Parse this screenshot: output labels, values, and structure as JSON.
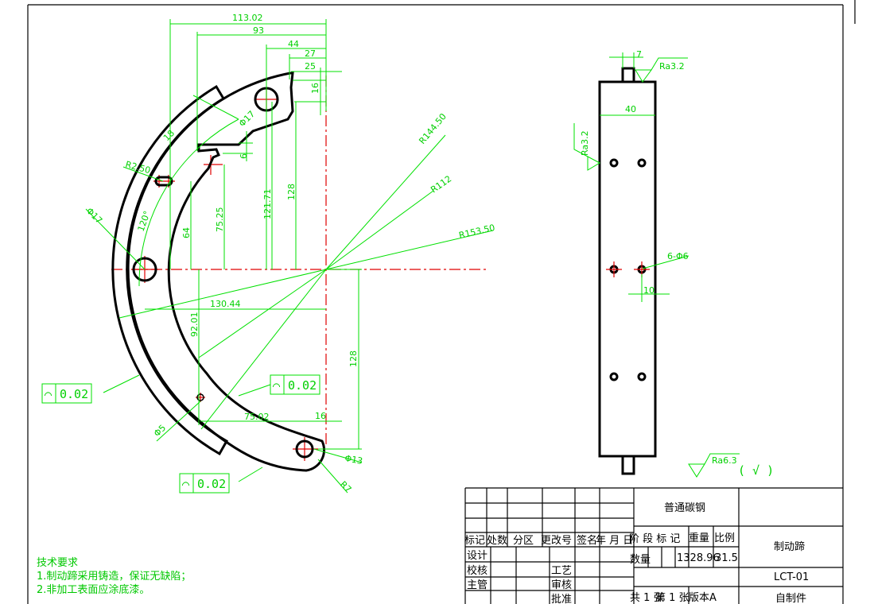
{
  "drawing": {
    "colors": {
      "outline": "#000000",
      "dimension": "#00e000",
      "centerline": "#e00000"
    },
    "dimensions": {
      "d113": "113.02",
      "d93": "93",
      "d44": "44",
      "d27": "27",
      "d25": "25",
      "d16a": "16",
      "phi17a": "Φ17",
      "d6": "6",
      "r250": "R2.50",
      "d18": "18",
      "phi17b": "Φ17",
      "a120": "120°",
      "d64": "64",
      "d7525": "75.25",
      "d12171": "121.71",
      "d128a": "128",
      "r14450": "R144.50",
      "r112": "R112",
      "r15350": "R153.50",
      "d13044": "130.44",
      "d9201": "92.01",
      "d128b": "128",
      "d7502": "75.02",
      "d16b": "16",
      "phi5": "Φ5",
      "phi13": "Φ13",
      "r7": "R7"
    },
    "tolerances": [
      {
        "symbol": "⌒",
        "value": "0.02"
      },
      {
        "symbol": "⌒",
        "value": "0.02"
      },
      {
        "symbol": "⌒",
        "value": "0.02"
      }
    ],
    "side_view": {
      "d7": "7",
      "d40": "40",
      "ra_top": "Ra3.2",
      "ra_left": "Ra3.2",
      "holes": "6-Φ6",
      "d10": "10",
      "ra_general": "Ra6.3",
      "ra_general_mark": "( √ )"
    }
  },
  "notes": {
    "title": "技术要求",
    "items": [
      "1.制动蹄采用铸造，保证无缺陷；",
      "2.非加工表面应涂底漆。"
    ]
  },
  "title_block": {
    "header_row": [
      "标记",
      "处数",
      "分区",
      "更改号",
      "签名",
      "年  月  日"
    ],
    "design": "设计",
    "check": "校核",
    "manager": "主管",
    "process": "工艺",
    "review": "审核",
    "approve": "批准",
    "material": "普通碳钢",
    "stage_mark": "阶 段 标 记",
    "weight": "重量",
    "scale": "比例",
    "quantity": "数量",
    "weight_value": "1328.96",
    "scale_value": "31.5",
    "sheets_total": "共 1 张",
    "sheet_no": "第 1 张",
    "version": "版本A",
    "part_name": "制动蹄",
    "drawing_no": "LCT-01",
    "make": "自制件"
  }
}
